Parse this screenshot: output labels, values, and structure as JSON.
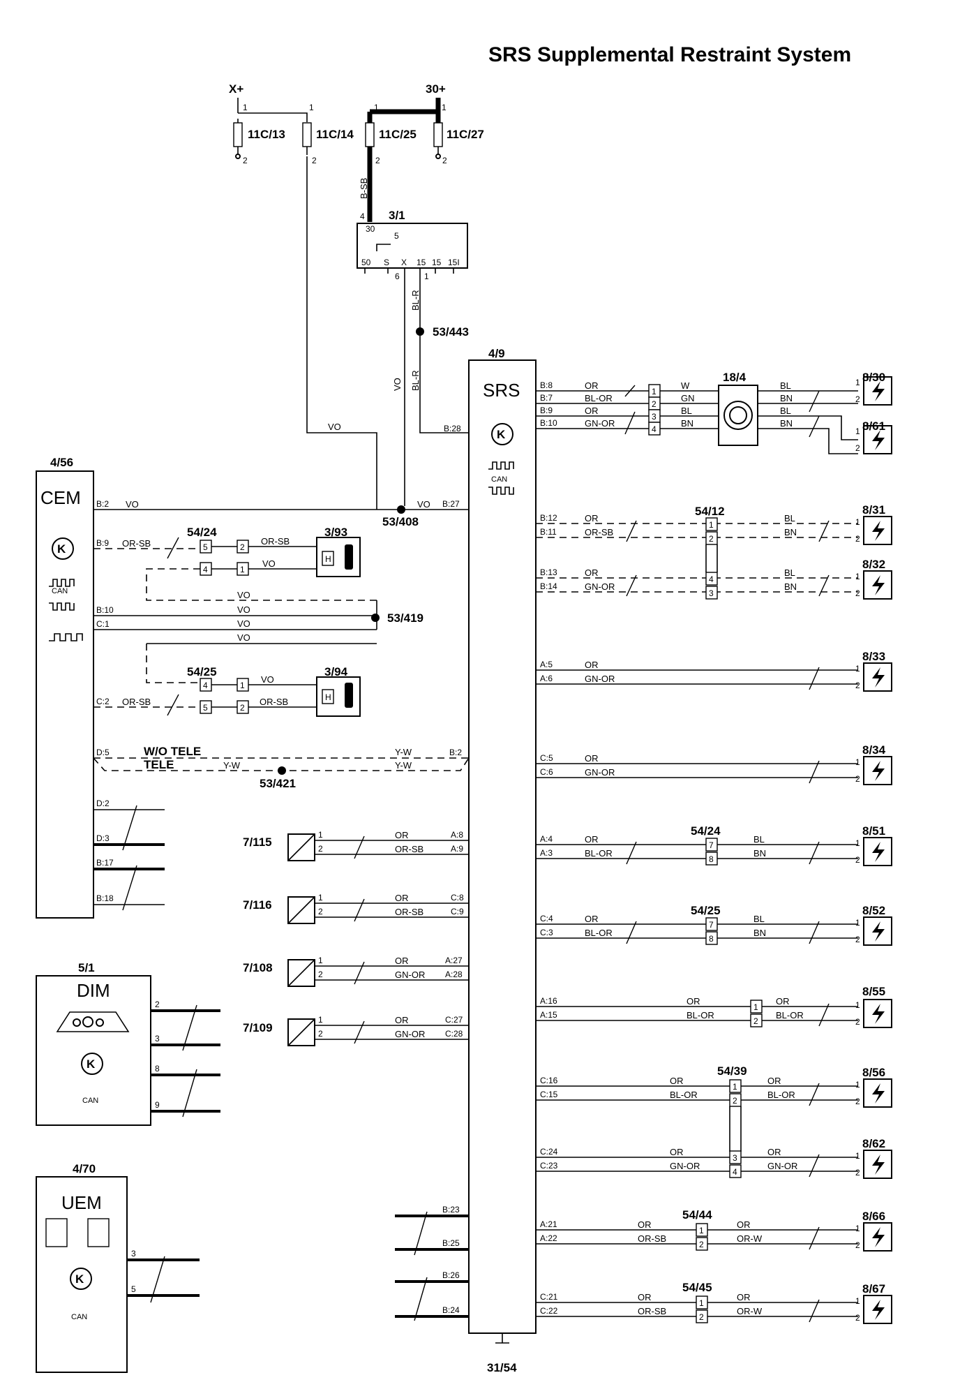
{
  "title": "SRS Supplemental Restraint System",
  "supply": {
    "xplus": "X+",
    "thirty_plus": "30+"
  },
  "fuses": [
    "11C/13",
    "11C/14",
    "11C/25",
    "11C/27"
  ],
  "ignition": {
    "id": "3/1",
    "pins_top": [
      "30"
    ],
    "pins_bottom": [
      "50",
      "S",
      "X",
      "15",
      "15",
      "15I"
    ],
    "pin5": "5"
  },
  "splices": [
    "53/443",
    "53/408",
    "53/419",
    "53/421"
  ],
  "srs": {
    "id": "4/9",
    "name": "SRS",
    "can": "CAN",
    "ground": "31/54"
  },
  "cem": {
    "id": "4/56",
    "name": "CEM",
    "can": "CAN"
  },
  "dim": {
    "id": "5/1",
    "name": "DIM",
    "can": "CAN"
  },
  "uem": {
    "id": "4/70",
    "name": "UEM",
    "can": "CAN"
  },
  "clock_spring": "18/4",
  "connectors": [
    "54/24",
    "54/25",
    "54/12",
    "54/39",
    "54/44",
    "54/45"
  ],
  "tele": {
    "wo_tele": "W/O TELE",
    "tele": "TELE"
  },
  "sensors": [
    "7/115",
    "7/116",
    "7/108",
    "7/109"
  ],
  "resistors": [
    "3/93",
    "3/94"
  ],
  "igniters": [
    "8/30",
    "8/61",
    "8/31",
    "8/32",
    "8/33",
    "8/34",
    "8/51",
    "8/52",
    "8/55",
    "8/56",
    "8/62",
    "8/66",
    "8/67"
  ],
  "wire_colors": {
    "vo": "VO",
    "blr": "BL-R",
    "bsb": "B-SB",
    "orsb": "OR-SB",
    "or": "OR",
    "blor": "BL-OR",
    "gnor": "GN-OR",
    "yw": "Y-W",
    "orw": "OR-W",
    "bl": "BL",
    "bn": "BN",
    "w": "W",
    "gn": "GN"
  },
  "pins": {
    "srs": [
      "B:8",
      "B:7",
      "B:9",
      "B:10",
      "B:28",
      "B:27",
      "B:12",
      "B:11",
      "B:13",
      "B:14",
      "A:5",
      "A:6",
      "C:5",
      "C:6",
      "A:4",
      "A:3",
      "C:4",
      "C:3",
      "A:16",
      "A:15",
      "C:16",
      "C:15",
      "C:24",
      "C:23",
      "A:21",
      "A:22",
      "C:21",
      "C:22",
      "B:2",
      "A:8",
      "A:9",
      "C:8",
      "C:9",
      "A:27",
      "A:28",
      "C:27",
      "C:28",
      "B:23",
      "B:25",
      "B:26",
      "B:24"
    ],
    "cem": [
      "B:2",
      "B:9",
      "B:10",
      "C:1",
      "C:2",
      "D:5",
      "D:2",
      "D:3",
      "B:17",
      "B:18"
    ]
  }
}
